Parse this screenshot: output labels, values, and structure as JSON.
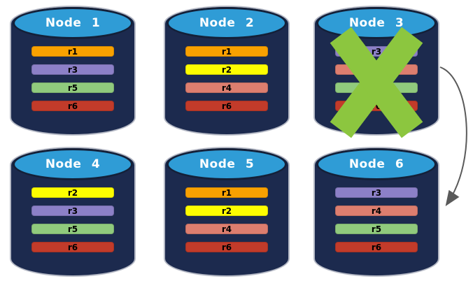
{
  "diagram": {
    "description": "Six database nodes with replica partitions; Node 3 has failed and its replicas are recovered on Node 6",
    "nodes": [
      {
        "name": "Node 1",
        "failed": false,
        "replicas": [
          {
            "label": "r1",
            "color": "#F9A100"
          },
          {
            "label": "r3",
            "color": "#8C80C7"
          },
          {
            "label": "r5",
            "color": "#90CA7D"
          },
          {
            "label": "r6",
            "color": "#C23B2A"
          }
        ]
      },
      {
        "name": "Node 2",
        "failed": false,
        "replicas": [
          {
            "label": "r1",
            "color": "#F9A100"
          },
          {
            "label": "r2",
            "color": "#FDFD00"
          },
          {
            "label": "r4",
            "color": "#DD7E6F"
          },
          {
            "label": "r6",
            "color": "#C23B2A"
          }
        ]
      },
      {
        "name": "Node 3",
        "failed": true,
        "replicas": [
          {
            "label": "r3",
            "color": "#8C80C7"
          },
          {
            "label": "r4",
            "color": "#DD7E6F"
          },
          {
            "label": "r5",
            "color": "#90CA7D"
          },
          {
            "label": "r6",
            "color": "#C23B2A"
          }
        ]
      },
      {
        "name": "Node 4",
        "failed": false,
        "replicas": [
          {
            "label": "r2",
            "color": "#FDFD00"
          },
          {
            "label": "r3",
            "color": "#8C80C7"
          },
          {
            "label": "r5",
            "color": "#90CA7D"
          },
          {
            "label": "r6",
            "color": "#C23B2A"
          }
        ]
      },
      {
        "name": "Node 5",
        "failed": false,
        "replicas": [
          {
            "label": "r1",
            "color": "#F9A100"
          },
          {
            "label": "r2",
            "color": "#FDFD00"
          },
          {
            "label": "r4",
            "color": "#DD7E6F"
          },
          {
            "label": "r6",
            "color": "#C23B2A"
          }
        ]
      },
      {
        "name": "Node 6",
        "failed": false,
        "replicas": [
          {
            "label": "r3",
            "color": "#8C80C7"
          },
          {
            "label": "r4",
            "color": "#DD7E6F"
          },
          {
            "label": "r5",
            "color": "#90CA7D"
          },
          {
            "label": "r6",
            "color": "#C23B2A"
          }
        ]
      }
    ],
    "failure": {
      "node": "Node 3",
      "marker": "x-mark",
      "color": "#8CC63F"
    },
    "arrow": {
      "from": "Node 3",
      "to": "Node 6",
      "color": "#5A5A5A"
    },
    "colors": {
      "cylinder_body": "#1C2A4E",
      "cylinder_top": "#2F9CD6",
      "cylinder_outline": "#B5B9C5",
      "background": "#FFFFFF"
    }
  }
}
